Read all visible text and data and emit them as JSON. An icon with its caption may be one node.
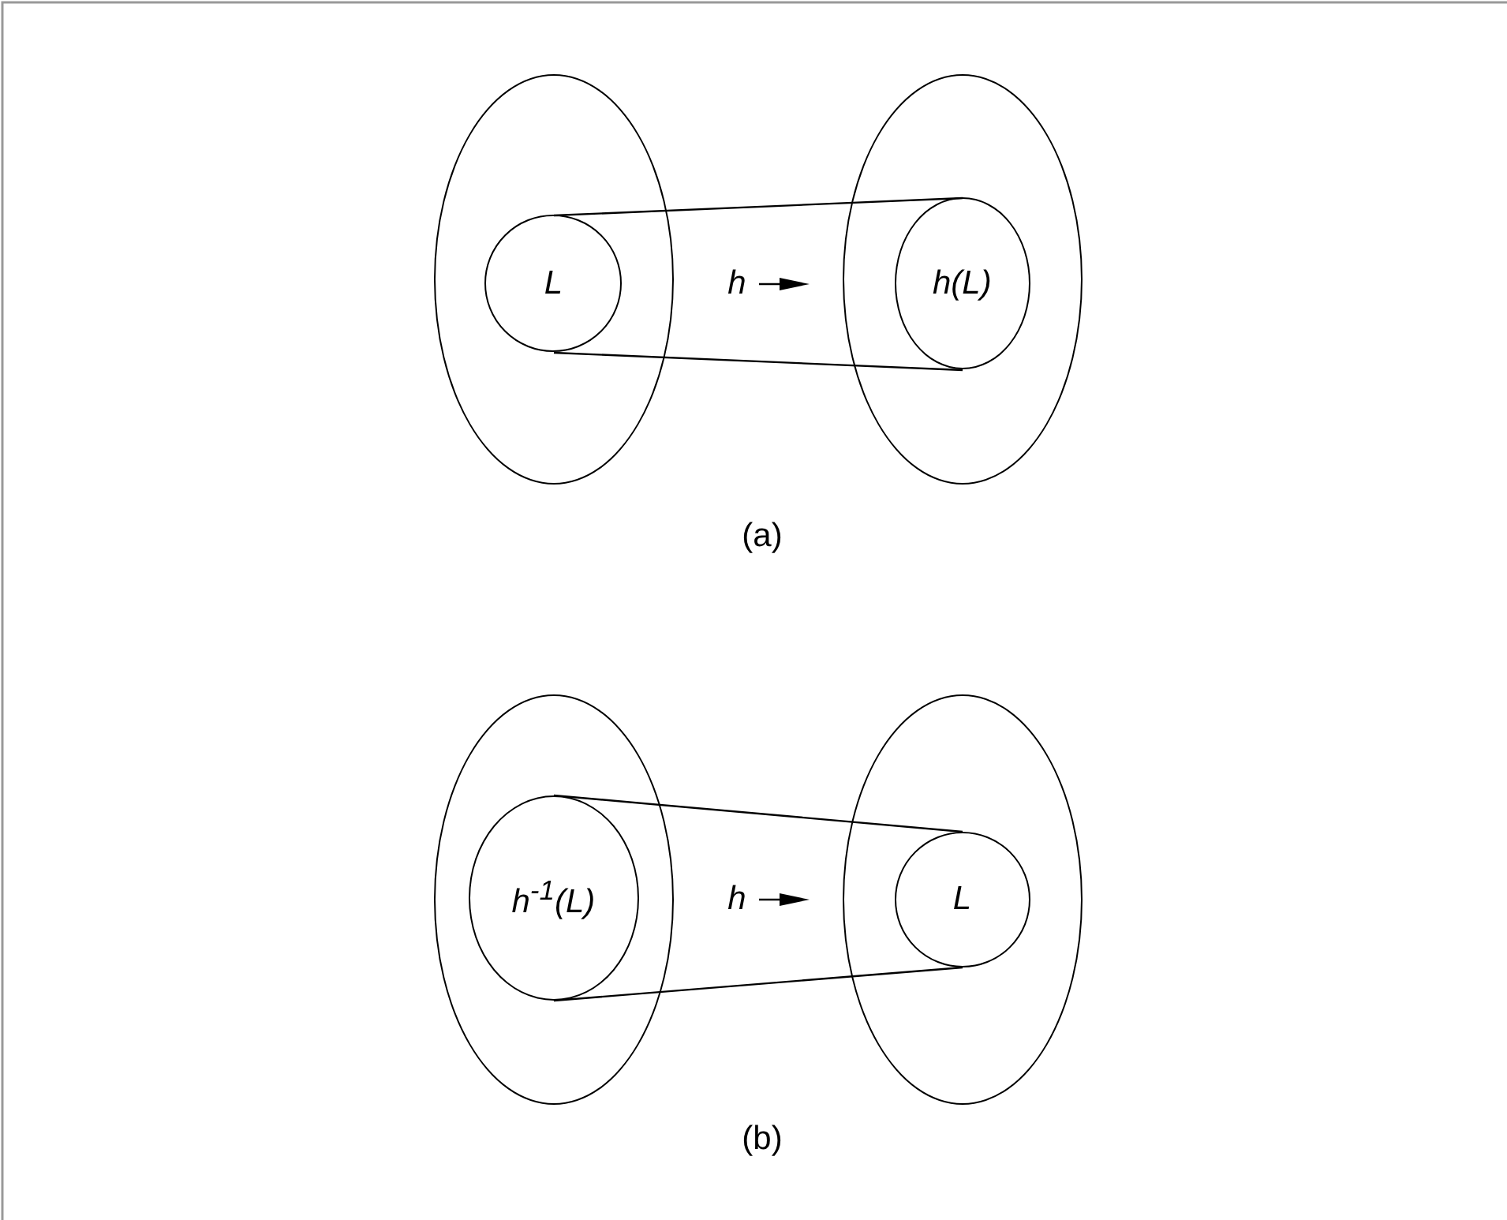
{
  "diagram": {
    "nodes": [
      {
        "text": [],
        "shape": "ellipse"
      },
      {
        "text": [
          "L"
        ],
        "in": 0
      },
      {
        "text": [],
        "shape": "ellipse"
      },
      {
        "text": [
          "h(L)"
        ],
        "in": 2
      },
      {
        "text": [],
        "shape": "ellipse"
      },
      {
        "text": [
          "h$^{-1}$(L)"
        ],
        "in": 4
      },
      {
        "text": [],
        "shape": "ellipse"
      },
      {
        "text": [
          "L"
        ],
        "in": 6
      }
    ],
    "edges": [
      {
        "from": 1,
        "to": 3,
        "arrow": "none"
      },
      {
        "from": 1,
        "to": 3,
        "arrow": "none"
      },
      {
        "from": 5,
        "to": 7,
        "arrow": "none"
      },
      {
        "from": 5,
        "to": 7,
        "arrow": "none"
      }
    ],
    "labels": [
      "h",
      "(a)",
      "h",
      "(b)"
    ]
  }
}
